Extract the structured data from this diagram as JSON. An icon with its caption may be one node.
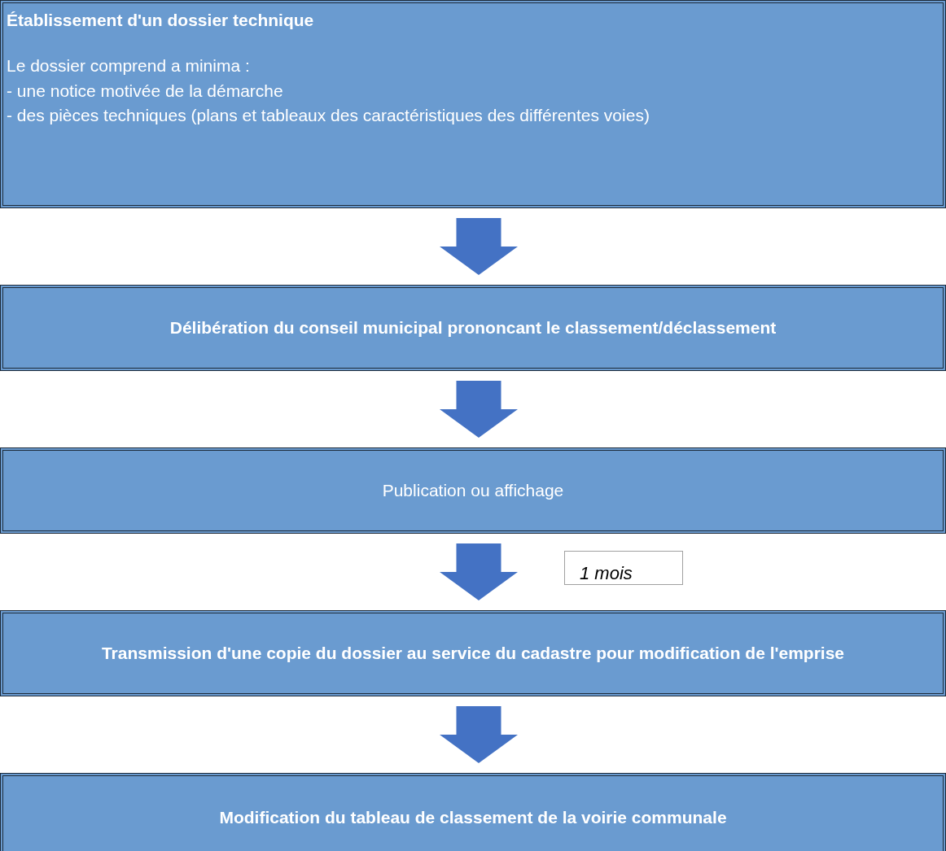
{
  "diagram": {
    "nodes": [
      {
        "text": [
          "Établissement d'un dossier technique",
          "Le dossier comprend a minima :",
          "- une notice motivée de la démarche",
          "- des pièces techniques (plans et tableaux des caractéristiques des différentes voies)"
        ]
      },
      {
        "text": [
          "Délibération du conseil municipal prononcant le classement/déclassement"
        ]
      },
      {
        "text": [
          "Publication ou affichage"
        ]
      },
      {
        "text": [
          "1 mois"
        ]
      },
      {
        "text": [
          "Transmission d'une copie du dossier au service du cadastre pour modification de l'emprise"
        ]
      },
      {
        "text": [
          "Modification du tableau de classement de la voirie communale"
        ]
      }
    ],
    "edges": [
      {
        "from": 0,
        "to": 1,
        "arrow": "to"
      },
      {
        "from": 1,
        "to": 2,
        "arrow": "to"
      },
      {
        "from": 2,
        "to": 4,
        "arrow": "to"
      },
      {
        "from": 4,
        "to": 5,
        "arrow": "to"
      }
    ]
  }
}
